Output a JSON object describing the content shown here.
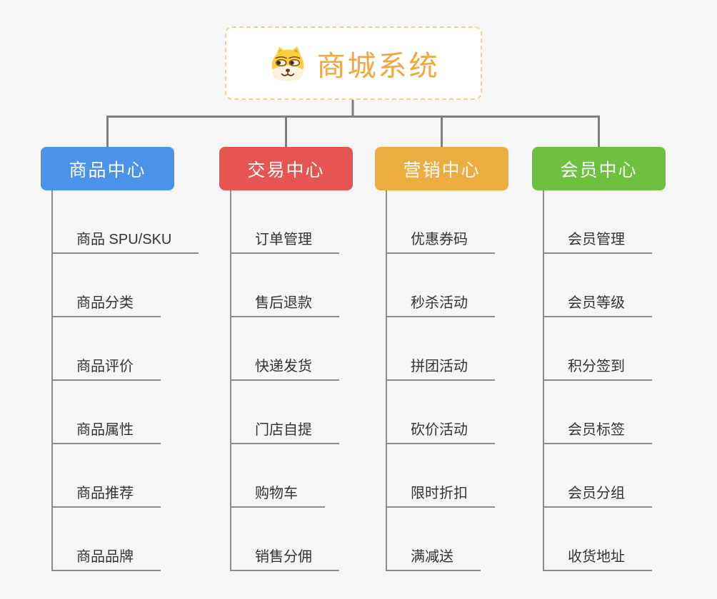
{
  "root": {
    "label": "商城系统",
    "icon": "dog-face-icon",
    "text_color": "#F2A63B",
    "border_color": "#F5CE90"
  },
  "branches": [
    {
      "label": "商品中心",
      "color": "#4B92EA",
      "children": [
        "商品 SPU/SKU",
        "商品分类",
        "商品评价",
        "商品属性",
        "商品推荐",
        "商品品牌"
      ]
    },
    {
      "label": "交易中心",
      "color": "#E65551",
      "children": [
        "订单管理",
        "售后退款",
        "快递发货",
        "门店自提",
        "购物车",
        "销售分佣"
      ]
    },
    {
      "label": "营销中心",
      "color": "#EDAC40",
      "children": [
        "优惠券码",
        "秒杀活动",
        "拼团活动",
        "砍价活动",
        "限时折扣",
        "满减送"
      ]
    },
    {
      "label": "会员中心",
      "color": "#6EC13F",
      "children": [
        "会员管理",
        "会员等级",
        "积分签到",
        "会员标签",
        "会员分组",
        "收货地址"
      ]
    }
  ],
  "colors": {
    "background": "#F6F6F6",
    "connector": "#7F7F7F",
    "leaf_underline": "#8C8C8C",
    "leaf_text": "#333333",
    "branch_text": "#FFFFFF"
  }
}
